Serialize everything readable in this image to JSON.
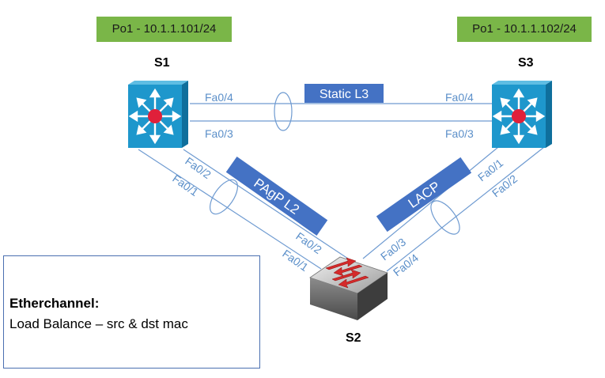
{
  "devices": {
    "s1": {
      "name": "S1",
      "port_channel": "Po1 - 10.1.1.101/24"
    },
    "s2": {
      "name": "S2"
    },
    "s3": {
      "name": "S3",
      "port_channel": "Po1 - 10.1.1.102/24"
    }
  },
  "bundles": {
    "s1_s3": {
      "label": "Static L3",
      "ports_s1": [
        "Fa0/4",
        "Fa0/3"
      ],
      "ports_s3": [
        "Fa0/4",
        "Fa0/3"
      ]
    },
    "s1_s2": {
      "label": "PAgP L2",
      "ports_s1": [
        "Fa0/2",
        "Fa0/1"
      ],
      "ports_s2": [
        "Fa0/2",
        "Fa0/1"
      ]
    },
    "s3_s2": {
      "label": "LACP",
      "ports_s3": [
        "Fa0/1",
        "Fa0/2"
      ],
      "ports_s2": [
        "Fa0/3",
        "Fa0/4"
      ]
    }
  },
  "annotation": {
    "title": "Etherchannel:",
    "body": "Load Balance – src & dst mac"
  },
  "colors": {
    "link": "#6f9bd1",
    "bundle_tag": "#4472c4",
    "port_channel_tag": "#7ab648",
    "switch_face": "#1e97cc",
    "switch_hub": "#e0203a"
  }
}
